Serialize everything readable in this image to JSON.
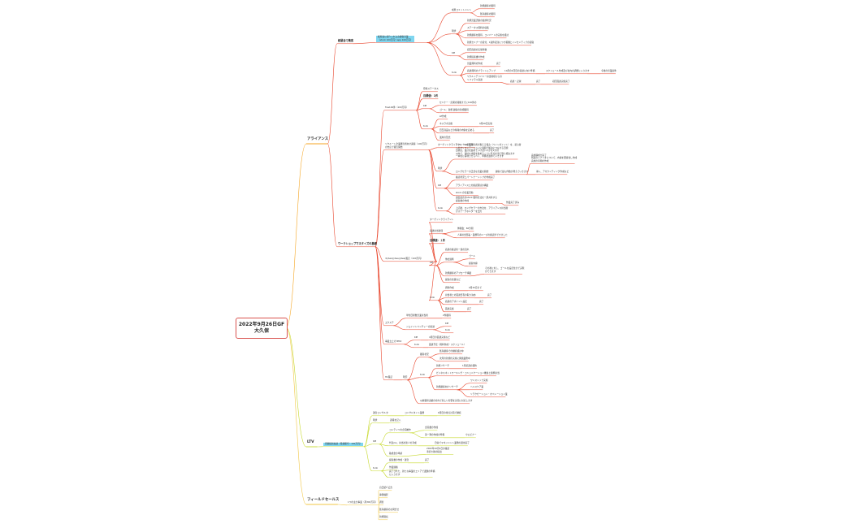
{
  "root": "2022年9月26日GF\n大久保",
  "colors": {
    "root_border": "#d9534f",
    "highlight": "#7fd6f0",
    "branch_alliance": "#f5a623",
    "branch_alliance_sub": "#e8452c",
    "branch_ltv": "#c7d92e",
    "branch_field": "#f2c744"
  },
  "nodes": [
    {
      "id": "alliance",
      "label": "アライアンス",
      "parent": "root",
      "lvl": 1,
      "c": "#f5a623"
    },
    {
      "id": "ltv",
      "label": "LTV",
      "parent": "root",
      "lvl": 1,
      "c": "#c7d92e"
    },
    {
      "id": "field",
      "label": "フィールドセールス",
      "parent": "root",
      "lvl": 1,
      "c": "#f2c744"
    },
    {
      "id": "kamiya",
      "label": "紙屋会で集客",
      "parent": "alliance",
      "lvl": 2,
      "c": "#e8452c"
    },
    {
      "id": "wkshop",
      "label": "ワークショップマネタイズの基礎",
      "parent": "alliance",
      "lvl": 2,
      "c": "#e8452c"
    },
    {
      "id": "kamiya_hl",
      "label": "紙屋会に紹介入れ込み顧客営業\n（stock 100万円～app 100万円）",
      "parent": "kamiya",
      "c": "#e8452c",
      "hl": true,
      "ml": true
    },
    {
      "id": "k_goal",
      "label": "成果コミットメント",
      "parent": "kamiya_hl",
      "c": "#e8452c"
    },
    {
      "id": "k_g1",
      "label": "新規顧客の獲得",
      "parent": "k_goal",
      "c": "#e8452c"
    },
    {
      "id": "k_g2",
      "label": "既存顧客の獲得",
      "parent": "k_goal",
      "c": "#e8452c"
    },
    {
      "id": "k_now",
      "label": "現状",
      "parent": "kamiya_hl",
      "c": "#e8452c"
    },
    {
      "id": "k_n1",
      "label": "新規営業活動の進捗状況",
      "parent": "k_now",
      "c": "#e8452c"
    },
    {
      "id": "k_n2",
      "label": "ステータス資料の収集",
      "parent": "k_now",
      "c": "#e8452c"
    },
    {
      "id": "k_n3",
      "label": "新規顧客を獲得、コンバートの実施を検討",
      "parent": "k_now",
      "c": "#e8452c"
    },
    {
      "id": "k_n4",
      "label": "新規セミナーの受付、1案件受注につき報酬とインセンティブの受取",
      "parent": "k_now",
      "c": "#e8452c"
    },
    {
      "id": "k_kpi",
      "label": "KPI",
      "parent": "kamiya_hl",
      "c": "#e8452c"
    },
    {
      "id": "k_k1",
      "label": "初回商談の実施件数",
      "parent": "k_kpi",
      "c": "#e8452c"
    },
    {
      "id": "k_k2",
      "label": "新規提案書の作成",
      "parent": "k_kpi",
      "c": "#e8452c"
    },
    {
      "id": "k_todo",
      "label": "todo",
      "parent": "kamiya_hl",
      "c": "#e8452c"
    },
    {
      "id": "k_t1",
      "label": "営業資料の作成",
      "parent": "k_todo",
      "c": "#e8452c"
    },
    {
      "id": "k_t1a",
      "label": "完了",
      "parent": "k_t1",
      "c": "#e8452c"
    },
    {
      "id": "k_t2",
      "label": "商談資料のブラッシュアップ",
      "parent": "k_todo",
      "c": "#e8452c"
    },
    {
      "id": "k_t2a",
      "label": "10月の1回目の商談に向け準備",
      "parent": "k_t2",
      "c": "#e8452c"
    },
    {
      "id": "k_t2b",
      "label": "スケジュール作成及び社内の調整に入ります",
      "parent": "k_t2a",
      "c": "#e8452c"
    },
    {
      "id": "k_t2c",
      "label": "今後の営業案件",
      "parent": "k_t2b",
      "c": "#e8452c"
    },
    {
      "id": "k_t3",
      "label": "ヤクルトデリバリー担当者様からの\nリファラル商談",
      "parent": "k_todo",
      "c": "#e8452c",
      "ml": true
    },
    {
      "id": "k_t3a",
      "label": "商談・記録",
      "parent": "k_t3",
      "c": "#e8452c"
    },
    {
      "id": "k_t3b",
      "label": "完了",
      "parent": "k_t3a",
      "c": "#e8452c"
    },
    {
      "id": "k_t3c",
      "label": "初回面談実施完了",
      "parent": "k_t3b",
      "c": "#e8452c"
    },
    {
      "id": "fine",
      "label": "fine100件（100万円）",
      "parent": "wkshop",
      "c": "#e8452c"
    },
    {
      "id": "f_1",
      "label": "登録ステータス",
      "parent": "fine",
      "c": "#e8452c"
    },
    {
      "id": "f_2",
      "label": "目標値：1件",
      "parent": "fine",
      "c": "#e8452c",
      "bold": true
    },
    {
      "id": "f_kpi",
      "label": "KPI",
      "parent": "fine",
      "c": "#e8452c"
    },
    {
      "id": "f_k1",
      "label": "セミナー・定期の開催までに100件の",
      "parent": "f_kpi",
      "c": "#e8452c"
    },
    {
      "id": "f_k2",
      "label": "ゴール：新規 顧客の新規獲得",
      "parent": "f_kpi",
      "c": "#e8452c"
    },
    {
      "id": "f_todo",
      "label": "todo",
      "parent": "fine",
      "c": "#e8452c"
    },
    {
      "id": "f_t1",
      "label": "LP作成",
      "parent": "f_todo",
      "c": "#e8452c"
    },
    {
      "id": "f_t2",
      "label": "ネスラボ実施",
      "parent": "f_todo",
      "c": "#e8452c"
    },
    {
      "id": "f_t2a",
      "label": "9月26日実施",
      "parent": "f_t2",
      "c": "#e8452c"
    },
    {
      "id": "f_t3",
      "label": "目玉商品などの特典の内容を詰める",
      "parent": "f_todo",
      "c": "#e8452c"
    },
    {
      "id": "f_t3a",
      "label": "完了",
      "parent": "f_t3",
      "c": "#e8452c"
    },
    {
      "id": "f_t4",
      "label": "運用の形式",
      "parent": "f_todo",
      "c": "#e8452c"
    },
    {
      "id": "lp",
      "label": "リクルート企業経営者向け講座（100万円）\nの支店で販売開始",
      "parent": "wkshop",
      "c": "#e8452c",
      "ml": true
    },
    {
      "id": "lp_1",
      "label": "ターゲットクライアント（100万円）",
      "parent": "lp",
      "c": "#e8452c"
    },
    {
      "id": "lp_now",
      "label": "現状",
      "parent": "lp",
      "c": "#e8452c"
    },
    {
      "id": "lp_n1",
      "label": "リクルート企業経営者が抱える悩み（ペインポイント）を、初心者\nへのオリエンテーションに展開で解決につなげる目標\n目標は、設計を進めていけばいいかを1か月\n以内で、適切な支援を進めることに焦点を当て取り組みます\n一本化に着地させるべく、準備を進めていきます",
      "parent": "lp_now",
      "c": "#e8452c",
      "ml": true
    },
    {
      "id": "lp_n2",
      "label": "ロングセラーの正式な営業を開始",
      "parent": "lp_now",
      "c": "#e8452c"
    },
    {
      "id": "lp_n2a",
      "label": "顧客で最も件数が増えていきます",
      "parent": "lp_n2",
      "c": "#e8452c"
    },
    {
      "id": "lp_n2b",
      "label": "導入、アカウンティング作成など",
      "parent": "lp_n2a",
      "c": "#e8452c"
    },
    {
      "id": "lp_n2c",
      "label": "完成構成が完了\n将来のシナリオについて、内容を要素化し作成\n完成の手順の作成",
      "parent": "lp_n2a",
      "c": "#e8452c",
      "ml": true
    },
    {
      "id": "lp_kpi",
      "label": "KPI",
      "parent": "lp",
      "c": "#e8452c"
    },
    {
      "id": "lp_k1",
      "label": "確認状況とパートナーシップの作成完了",
      "parent": "lp_kpi",
      "c": "#e8452c"
    },
    {
      "id": "lp_k2",
      "label": "アライアンスとの確認環境の構築",
      "parent": "lp_kpi",
      "c": "#e8452c"
    },
    {
      "id": "lp_k3",
      "label": "stock の営業活動",
      "parent": "lp_kpi",
      "c": "#e8452c"
    },
    {
      "id": "lp_todo",
      "label": "todo",
      "parent": "lp",
      "c": "#e8452c"
    },
    {
      "id": "lp_t1",
      "label": "過去最高のstock 獲得方法を一部共有する\n提案書の作成",
      "parent": "lp_todo",
      "c": "#e8452c",
      "ml": true
    },
    {
      "id": "lp_t1a",
      "label": "作業完了済み",
      "parent": "lp_t1",
      "c": "#e8452c"
    },
    {
      "id": "lp_t2",
      "label": "上記後、ロングセラーの方法を、アライアンス担当者\nがステークホルダーを出力",
      "parent": "lp_todo",
      "c": "#e8452c",
      "ml": true
    },
    {
      "id": "dwa",
      "label": "①(dwa)(dwa)(dwa)販売（100万円）",
      "parent": "wkshop",
      "c": "#e8452c"
    },
    {
      "id": "d_1",
      "label": "ターゲットクライアント",
      "parent": "dwa",
      "c": "#e8452c"
    },
    {
      "id": "d_2",
      "label": "商談担当者様",
      "parent": "dwa",
      "c": "#e8452c"
    },
    {
      "id": "d_2a",
      "label": "体験会：60分間",
      "parent": "d_2",
      "c": "#e8452c"
    },
    {
      "id": "d_2b",
      "label": "人事担当部長・業務等のニーズの確認ができました",
      "parent": "d_2",
      "c": "#e8452c"
    },
    {
      "id": "d_3",
      "label": "目標値：１件",
      "parent": "dwa",
      "c": "#e8452c",
      "bold": true
    },
    {
      "id": "d_kpi",
      "label": "KPI",
      "parent": "dwa",
      "c": "#e8452c"
    },
    {
      "id": "d_k1",
      "label": "商談の確認の一連の流れ",
      "parent": "d_kpi",
      "c": "#e8452c"
    },
    {
      "id": "d_k2",
      "label": "他社連携",
      "parent": "d_kpi",
      "c": "#e8452c"
    },
    {
      "id": "d_k2a",
      "label": "ゴール",
      "parent": "d_k2",
      "c": "#e8452c"
    },
    {
      "id": "d_k2b",
      "label": "提案内容",
      "parent": "d_k2",
      "c": "#e8452c"
    },
    {
      "id": "d_k3",
      "label": "新規顧客のアプローチ構築",
      "parent": "d_kpi",
      "c": "#e8452c"
    },
    {
      "id": "d_k3a",
      "label": "その後に対し、ゴールを設定化まで実現\nができます",
      "parent": "d_k3",
      "c": "#e8452c",
      "ml": true
    },
    {
      "id": "d_k4",
      "label": "提案の支援など",
      "parent": "d_kpi",
      "c": "#e8452c"
    },
    {
      "id": "d_todo",
      "label": "todo",
      "parent": "dwa",
      "c": "#e8452c"
    },
    {
      "id": "d_t1",
      "label": "資料作成",
      "parent": "d_todo",
      "c": "#e8452c"
    },
    {
      "id": "d_t1a",
      "label": "9月30日まで",
      "parent": "d_t1",
      "c": "#e8452c"
    },
    {
      "id": "d_t2",
      "label": "担当者との面談日程の取り決め",
      "parent": "d_todo",
      "c": "#e8452c"
    },
    {
      "id": "d_t2a",
      "label": "完了",
      "parent": "d_t2",
      "c": "#e8452c"
    },
    {
      "id": "d_t3",
      "label": "商談のアポイント設定",
      "parent": "d_todo",
      "c": "#e8452c"
    },
    {
      "id": "d_t3a",
      "label": "完了",
      "parent": "d_t3",
      "c": "#e8452c"
    },
    {
      "id": "d_t4",
      "label": "面談実施",
      "parent": "d_todo",
      "c": "#e8452c"
    },
    {
      "id": "d_t4a",
      "label": "完了",
      "parent": "d_t4",
      "c": "#e8452c"
    },
    {
      "id": "ext",
      "label": "エクステ",
      "parent": "wkshop",
      "c": "#e8452c"
    },
    {
      "id": "e_1",
      "label": "単位目標数営業担当者",
      "parent": "ext",
      "c": "#e8452c"
    },
    {
      "id": "e_1a",
      "label": "2件獲得",
      "parent": "e_1",
      "c": "#e8452c"
    },
    {
      "id": "e_2",
      "label": "ジョイントベンチャーの商談",
      "parent": "ext",
      "c": "#e8452c"
    },
    {
      "id": "e_2a",
      "label": "KPI",
      "parent": "e_2",
      "c": "#e8452c"
    },
    {
      "id": "e_2b",
      "label": "todo",
      "parent": "e_2",
      "c": "#e8452c"
    },
    {
      "id": "biz",
      "label": "事業立上げ BMV",
      "parent": "wkshop",
      "c": "#e8452c"
    },
    {
      "id": "b_1",
      "label": "KPI",
      "parent": "biz",
      "c": "#e8452c"
    },
    {
      "id": "b_1a",
      "label": "4月目の面談実施など",
      "parent": "b_1",
      "c": "#e8452c"
    },
    {
      "id": "b_2",
      "label": "todo",
      "parent": "biz",
      "c": "#e8452c"
    },
    {
      "id": "b_2a",
      "label": "面談予定（資料作成・スケジュール）",
      "parent": "b_2",
      "c": "#e8452c"
    },
    {
      "id": "hl",
      "label": "HL保証",
      "parent": "wkshop",
      "c": "#e8452c"
    },
    {
      "id": "h_now",
      "label": "現況",
      "parent": "hl",
      "c": "#e8452c"
    },
    {
      "id": "h_1",
      "label": "獲得状況",
      "parent": "h_now",
      "c": "#e8452c"
    },
    {
      "id": "h_1a",
      "label": "既存顧客での継続検討中",
      "parent": "h_1",
      "c": "#e8452c"
    },
    {
      "id": "h_1b",
      "label": "次月の新規の実施に関連業務中",
      "parent": "h_1",
      "c": "#e8452c"
    },
    {
      "id": "h_todo",
      "label": "todo",
      "parent": "h_now",
      "c": "#e8452c"
    },
    {
      "id": "h_t1",
      "label": "新規リサーチ",
      "parent": "h_todo",
      "c": "#e8452c"
    },
    {
      "id": "h_t1a",
      "label": "1月初週の契約",
      "parent": "h_t1",
      "c": "#e8452c"
    },
    {
      "id": "h_t2",
      "label": "ビジネスネットワーキング・コミュニケーション推進と連携担当",
      "parent": "h_todo",
      "c": "#e8452c"
    },
    {
      "id": "h_t3",
      "label": "新規顧客向けリサーチ",
      "parent": "h_todo",
      "c": "#e8452c"
    },
    {
      "id": "h_t3a",
      "label": "ワンストップ実施",
      "parent": "h_t3",
      "c": "#e8452c"
    },
    {
      "id": "h_t3b",
      "label": "ヘルスケア業",
      "parent": "h_t3",
      "c": "#e8452c"
    },
    {
      "id": "h_t3c",
      "label": "リラクゼーション・オペレーション業",
      "parent": "h_t3",
      "c": "#e8452c"
    },
    {
      "id": "h_t4",
      "label": "以前獲得実績の方向で新しい分野を計画に対応します",
      "parent": "h_now",
      "c": "#e8452c"
    },
    {
      "id": "ltv_hl",
      "label": "月額提供収益（月額保守・100万円）",
      "parent": "ltv",
      "c": "#c7d92e",
      "hl": true
    },
    {
      "id": "l_1",
      "label": "運営コンサルタ",
      "parent": "ltv_hl",
      "c": "#c7d92e"
    },
    {
      "id": "l_1a",
      "label": "コンサルタント業務",
      "parent": "l_1",
      "c": "#c7d92e"
    },
    {
      "id": "l_1b",
      "label": "6月目の重点計画で継続",
      "parent": "l_1a",
      "c": "#c7d92e"
    },
    {
      "id": "l_2",
      "label": "現状",
      "parent": "ltv_hl",
      "c": "#c7d92e"
    },
    {
      "id": "l_2a",
      "label": "週報を記入",
      "parent": "l_2",
      "c": "#c7d92e"
    },
    {
      "id": "l_kpi",
      "label": "KPI",
      "parent": "ltv_hl",
      "c": "#c7d92e"
    },
    {
      "id": "l_k1",
      "label": "コンテンツの企画制作",
      "parent": "l_kpi",
      "c": "#c7d92e"
    },
    {
      "id": "l_k1a",
      "label": "企画書の作成",
      "parent": "l_k1",
      "c": "#c7d92e"
    },
    {
      "id": "l_k1b",
      "label": "第一弾の作成の準備",
      "parent": "l_k1",
      "c": "#c7d92e"
    },
    {
      "id": "l_k1c",
      "label": "ウエビナー",
      "parent": "l_k1b",
      "c": "#c7d92e"
    },
    {
      "id": "l_k2",
      "label": "代表(G)、担当の新人の育成",
      "parent": "l_kpi",
      "c": "#c7d92e"
    },
    {
      "id": "l_k2a",
      "label": "日常でマネジメント業務の運用完了",
      "parent": "l_k2",
      "c": "#c7d92e"
    },
    {
      "id": "l_k3",
      "label": "助成金の申請",
      "parent": "l_kpi",
      "c": "#c7d92e"
    },
    {
      "id": "l_k3a",
      "label": "2022年10月1日の確認\n手続き後の提出",
      "parent": "l_k3",
      "c": "#c7d92e",
      "ml": true
    },
    {
      "id": "l_todo",
      "label": "todo",
      "parent": "ltv_hl",
      "c": "#c7d92e"
    },
    {
      "id": "l_t1",
      "label": "提案書の作成・運営",
      "parent": "l_todo",
      "c": "#c7d92e"
    },
    {
      "id": "l_t1a",
      "label": "完了",
      "parent": "l_t1",
      "c": "#c7d92e"
    },
    {
      "id": "l_t2",
      "label": "作業連絡",
      "parent": "l_todo",
      "c": "#c7d92e"
    },
    {
      "id": "l_t3",
      "label": "完了された、新たな事業のエリアで課題の準備\nに入ります",
      "parent": "l_todo",
      "c": "#c7d92e",
      "ml": true
    },
    {
      "id": "f_hl",
      "label": "1つの主力事業（月300万円）",
      "parent": "field",
      "c": "#f2c744"
    },
    {
      "id": "fs_1",
      "label": "自己紹介広告",
      "parent": "f_hl",
      "c": "#f2c744"
    },
    {
      "id": "fs_2",
      "label": "事例撮影",
      "parent": "f_hl",
      "c": "#f2c744"
    },
    {
      "id": "fs_3",
      "label": "調査",
      "parent": "f_hl",
      "c": "#f2c744"
    },
    {
      "id": "fs_4",
      "label": "既存顧客のお問合せ",
      "parent": "f_hl",
      "c": "#f2c744"
    },
    {
      "id": "fs_5",
      "label": "新規開拓",
      "parent": "f_hl",
      "c": "#f2c744"
    }
  ]
}
